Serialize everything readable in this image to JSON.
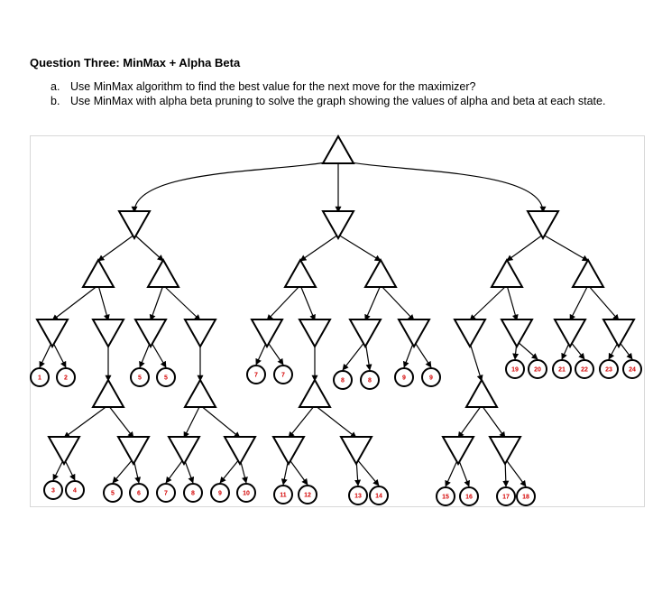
{
  "question": {
    "title": "Question Three: MinMax + Alpha Beta",
    "items": [
      {
        "marker": "a.",
        "text": "Use MinMax algorithm to find the best value for the next move for the maximizer?"
      },
      {
        "marker": "b.",
        "text": "Use MinMax with alpha beta pruning to solve the graph showing the values of alpha and beta at each state."
      }
    ]
  },
  "tree": {
    "leaf_color": "#d40000",
    "leaf_values": [
      "1",
      "2",
      "3",
      "4",
      "5",
      "5",
      "5",
      "6",
      "7",
      "8",
      "9",
      "10",
      "7",
      "7",
      "11",
      "12",
      "8",
      "8",
      "13",
      "14",
      "9",
      "9",
      "15",
      "16",
      "17",
      "18",
      "19",
      "20",
      "21",
      "22",
      "23",
      "24"
    ]
  }
}
